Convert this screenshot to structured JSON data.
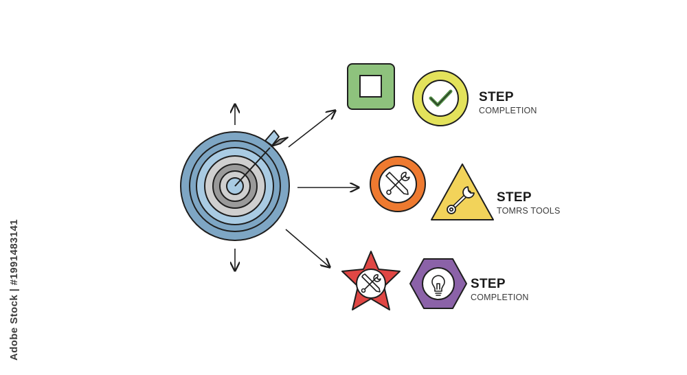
{
  "steps": [
    {
      "title": "STEP",
      "subtitle": "COMPLETION"
    },
    {
      "title": "STEP",
      "subtitle": "TOMRS TOOLS"
    },
    {
      "title": "STEP",
      "subtitle": "COMPLETION"
    }
  ],
  "watermark": {
    "stock_id": "Adobe Stock | #1991483141"
  },
  "icons": {
    "target": "target-with-arrow-icon",
    "row1": [
      "square-icon",
      "checkmark-icon"
    ],
    "row2": [
      "wrench-screwdriver-icon",
      "wrench-icon"
    ],
    "row3": [
      "wrench-screwdriver-icon",
      "lightbulb-icon"
    ]
  },
  "colors": {
    "outline": "#1e1e1e",
    "target_outer": "#7ea6c4",
    "target_inner": "#a9cbe3",
    "green": "#8ec27d",
    "yellow": "#e3e25b",
    "orange": "#ee7a30",
    "gold": "#f2d35a",
    "red": "#e04744",
    "purple": "#8b62a8"
  }
}
